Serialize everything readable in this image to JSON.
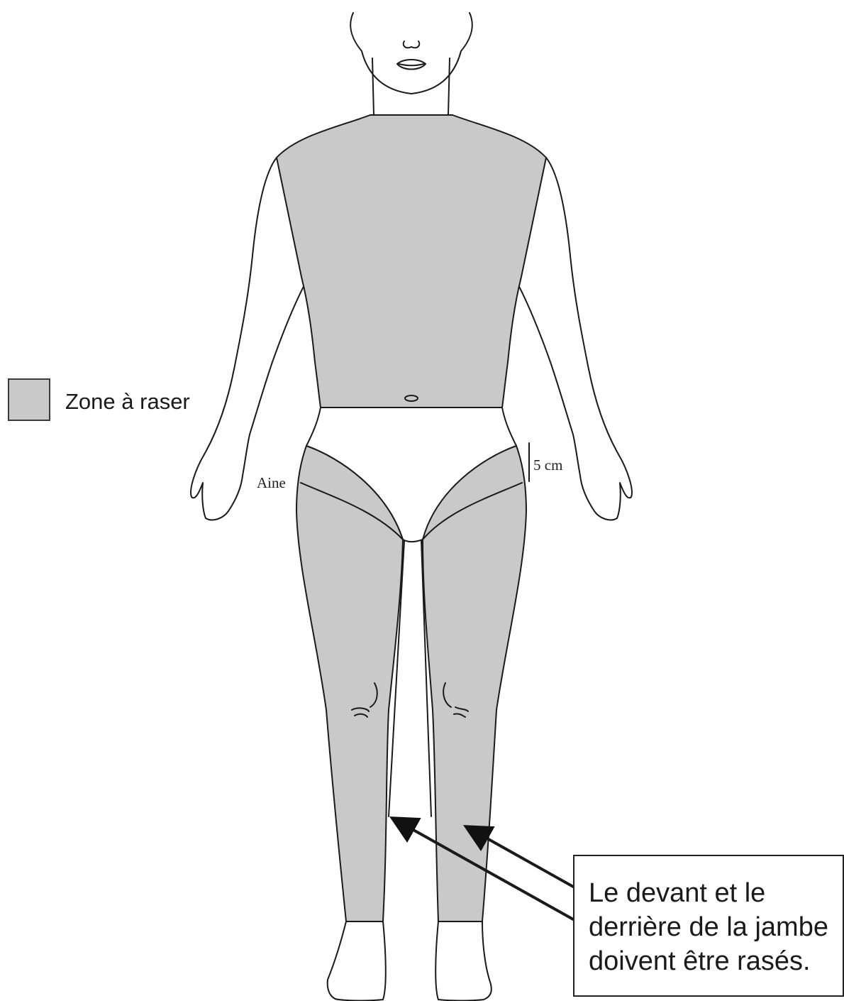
{
  "legend": {
    "swatch_color": "#c9c9c9",
    "label": "Zone à raser"
  },
  "labels": {
    "groin": "Aine",
    "measure": "5 cm"
  },
  "note": {
    "lines": [
      "Le devant et le",
      "derrière de la jambe",
      "doivent être rasés."
    ]
  },
  "colors": {
    "shaded_zone": "#c9c9c9",
    "outline": "#1a1a1a",
    "background": "#ffffff"
  }
}
